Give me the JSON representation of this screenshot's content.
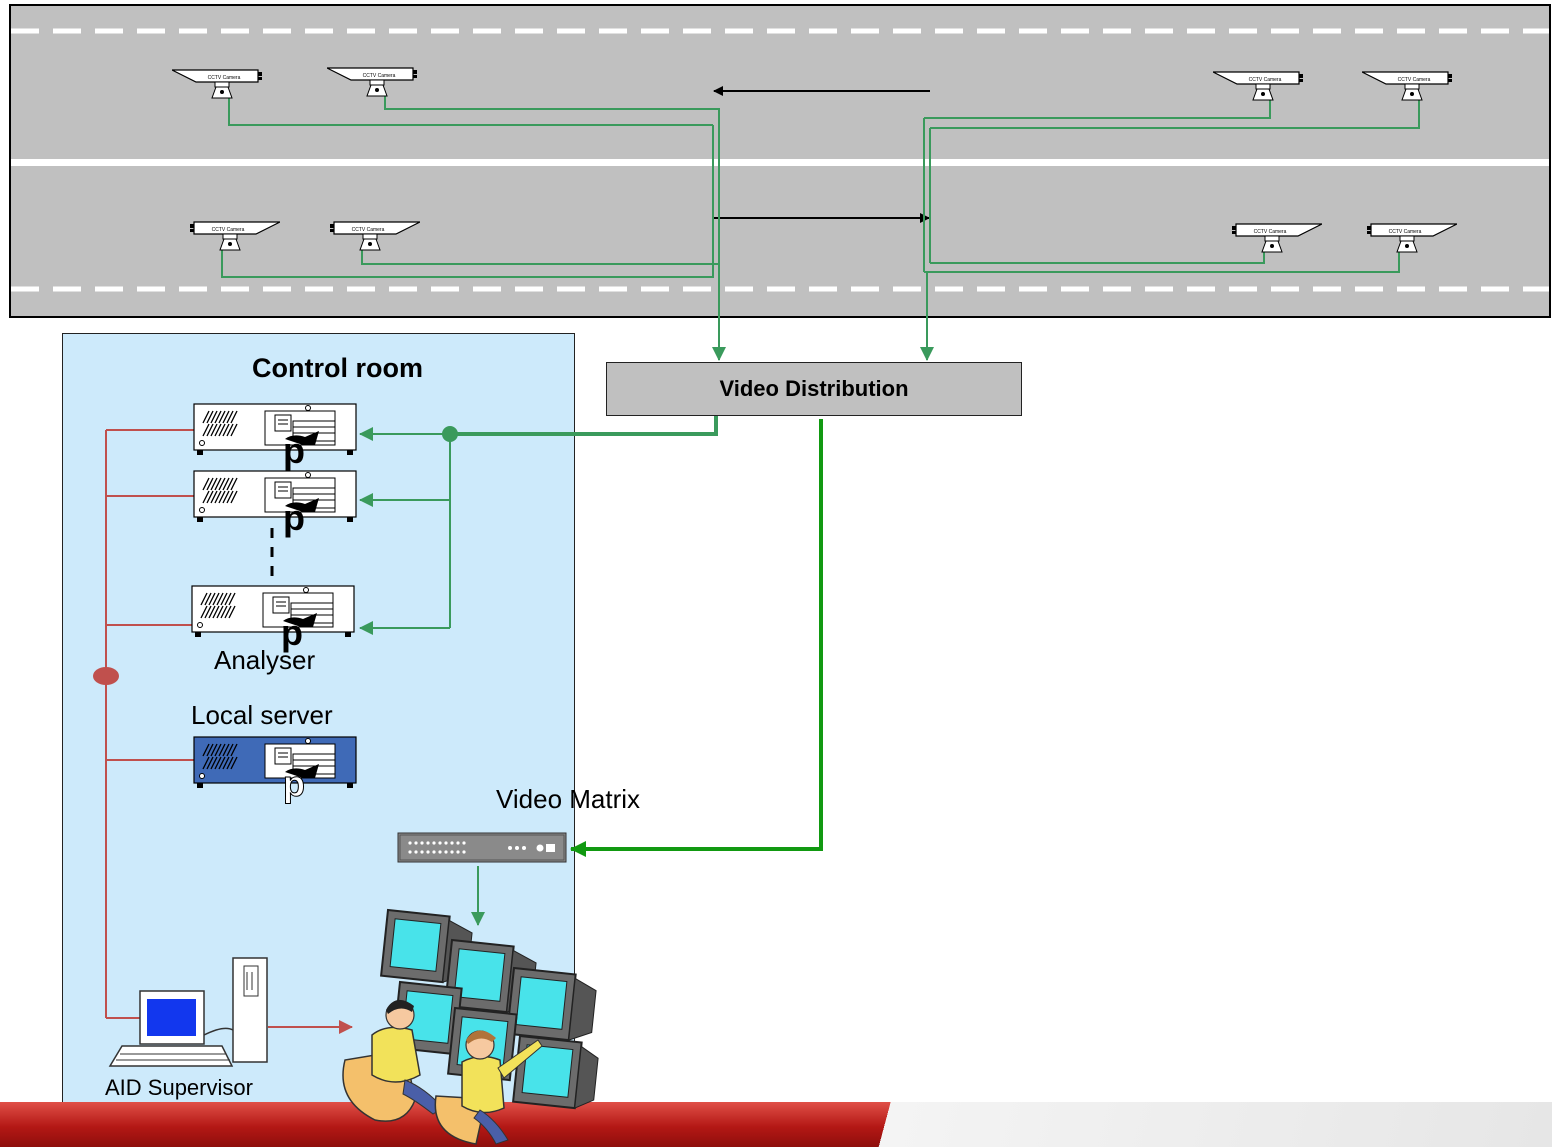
{
  "diagram": {
    "control_room_title": "Control room",
    "video_distribution_label": "Video Distribution",
    "analyser_label": "Analyser",
    "local_server_label": "Local server",
    "video_matrix_label": "Video Matrix",
    "aid_supervisor_label": "AID Supervisor",
    "camera_label": "CCTV Camera",
    "server_badge": "p"
  },
  "colors": {
    "road": "#c0c0c0",
    "control_room_bg": "#cdeafb",
    "video_link": "#3a9a5c",
    "matrix_link": "#119911",
    "network_link": "#c0504d",
    "footer": "#b41815"
  },
  "icons": [
    "cctv-camera-icon",
    "analyser-server-icon",
    "local-server-icon",
    "video-matrix-icon",
    "workstation-icon",
    "monitor-wall-icon",
    "operator-icon"
  ]
}
